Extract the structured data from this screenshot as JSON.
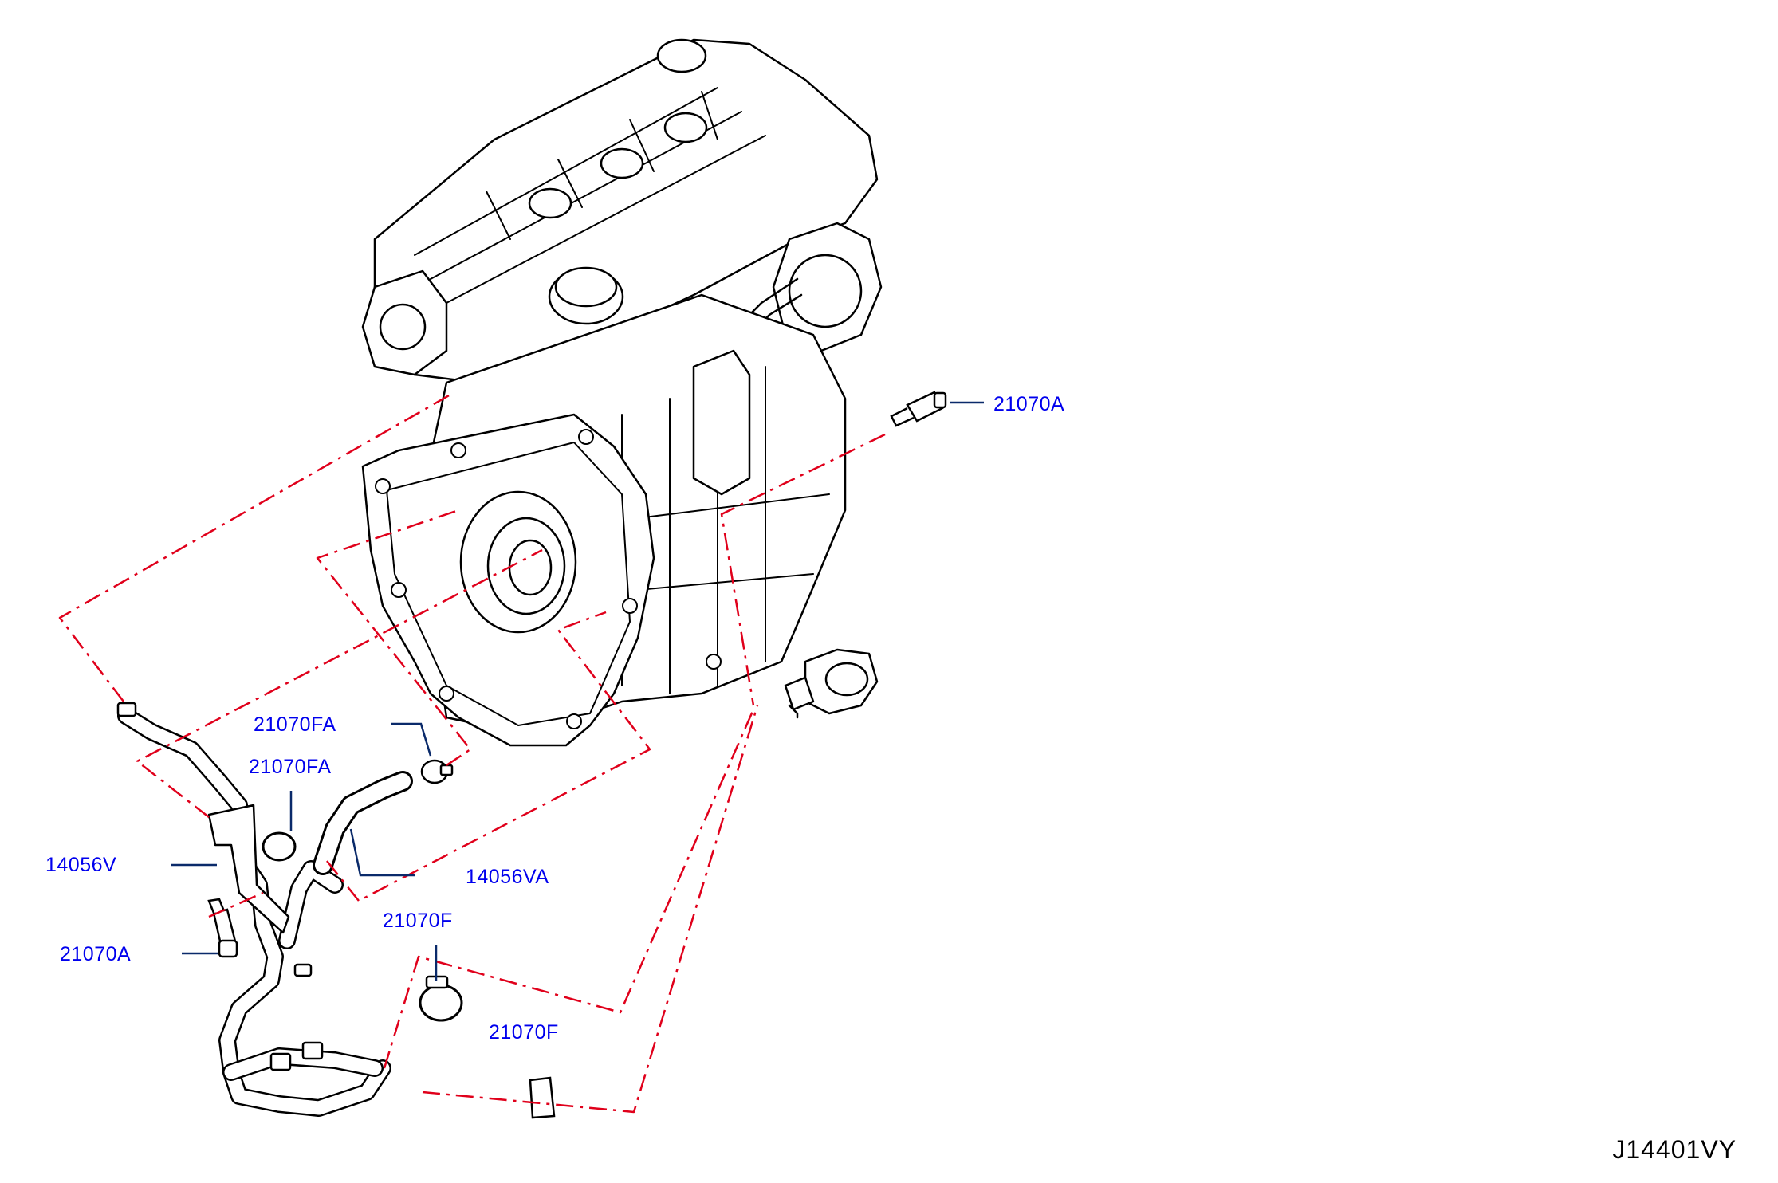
{
  "colors": {
    "callout_text": "#0000ee",
    "leader_line": "#0a2a6a",
    "dashed_link": "#e0001b",
    "outline": "#000000"
  },
  "callouts": {
    "c1": "21070A",
    "c2": "21070FA",
    "c3": "21070FA",
    "c4": "14056V",
    "c5": "14056VA",
    "c6": "21070F",
    "c7": "21070A",
    "c8": "21070F"
  },
  "drawing_code": "J14401VY"
}
